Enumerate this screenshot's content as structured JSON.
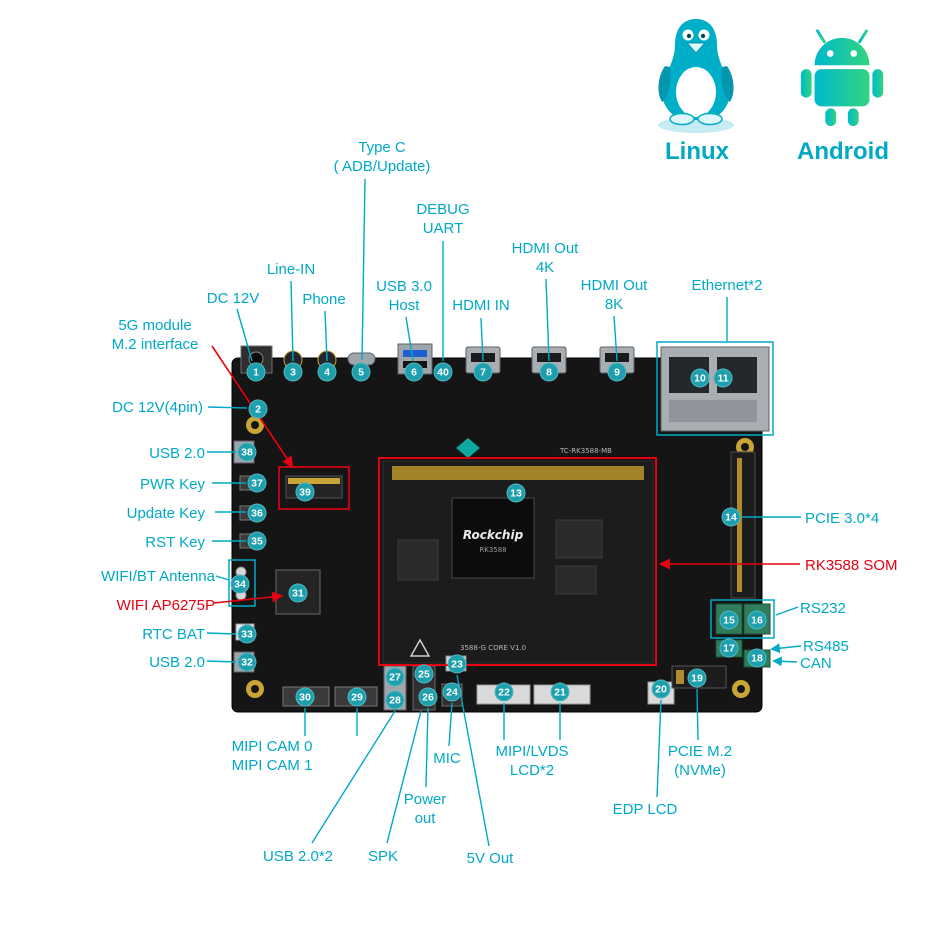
{
  "colors": {
    "accent": "#00A9C6",
    "red": "#E60012",
    "marker": "#1E9FAD",
    "pcb": "#151515"
  },
  "logos": {
    "linux": "Linux",
    "android": "Android"
  },
  "board_silk": {
    "mainboard": "TC-RK3588-MB",
    "som": "3588-G CORE V1.0",
    "chip_brand": "Rockchip",
    "chip_model": "RK3588"
  },
  "labels": {
    "type_c": {
      "l1": "Type C",
      "l2": "( ADB/Update)"
    },
    "debug_uart": {
      "l1": "DEBUG",
      "l2": "UART"
    },
    "line_in": "Line-IN",
    "phone": "Phone",
    "dc_12v": "DC 12V",
    "usb30_host": {
      "l1": "USB 3.0",
      "l2": "Host"
    },
    "hdmi_in": "HDMI IN",
    "hdmi_out_4k": {
      "l1": "HDMI Out",
      "l2": "4K"
    },
    "hdmi_out_8k": {
      "l1": "HDMI Out",
      "l2": "8K"
    },
    "ethernet": "Ethernet*2",
    "g5_module": {
      "l1": "5G module",
      "l2": "M.2 interface"
    },
    "dc_12v_4pin": "DC 12V(4pin)",
    "usb20_left_top": "USB 2.0",
    "pwr_key": "PWR Key",
    "update_key": "Update Key",
    "rst_key": "RST Key",
    "wifi_bt_antenna": "WIFI/BT Antenna",
    "wifi_ap6275p": "WIFI AP6275P",
    "rtc_bat": "RTC BAT",
    "usb20_left_bottom": "USB 2.0",
    "pcie_30": "PCIE 3.0*4",
    "rk3588_som": "RK3588 SOM",
    "rs232": "RS232",
    "rs485": "RS485",
    "can": "CAN",
    "mipi_cam": {
      "l1": "MIPI CAM 0",
      "l2": "MIPI CAM 1"
    },
    "mic": "MIC",
    "mipi_lvds": {
      "l1": "MIPI/LVDS",
      "l2": "LCD*2"
    },
    "pcie_m2": {
      "l1": "PCIE M.2",
      "l2": "(NVMe)"
    },
    "edp_lcd": "EDP LCD",
    "power_out": {
      "l1": "Power",
      "l2": "out"
    },
    "usb20_x2": "USB 2.0*2",
    "spk": "SPK",
    "v5_out": "5V Out"
  },
  "markers": {
    "m1": "1",
    "m2": "2",
    "m3": "3",
    "m4": "4",
    "m5": "5",
    "m6": "6",
    "m7": "7",
    "m8": "8",
    "m9": "9",
    "m10": "10",
    "m11": "11",
    "m13": "13",
    "m14": "14",
    "m15": "15",
    "m16": "16",
    "m17": "17",
    "m18": "18",
    "m19": "19",
    "m20": "20",
    "m21": "21",
    "m22": "22",
    "m23": "23",
    "m24": "24",
    "m25": "25",
    "m26": "26",
    "m27": "27",
    "m28": "28",
    "m29": "29",
    "m30": "30",
    "m31": "31",
    "m32": "32",
    "m33": "33",
    "m34": "34",
    "m35": "35",
    "m36": "36",
    "m37": "37",
    "m38": "38",
    "m39": "39",
    "m40": "40"
  }
}
